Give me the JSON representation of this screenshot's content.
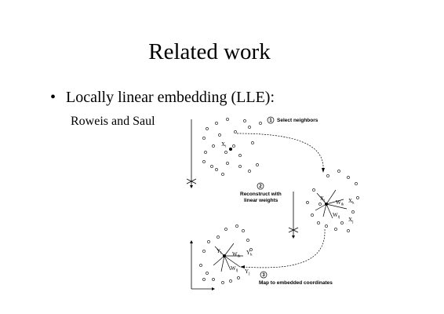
{
  "slide": {
    "title": "Related work",
    "bullet": {
      "marker": "•",
      "text": "Locally linear embedding (LLE):"
    },
    "subtext": "Roweis and Saul"
  },
  "figure": {
    "steps": [
      {
        "number": "1",
        "label": "Select neighbors"
      },
      {
        "number": "2",
        "label_line1": "Reconstruct with",
        "label_line2": "linear weights"
      },
      {
        "number": "3",
        "label": "Map to embedded coordinates"
      }
    ],
    "panel1": {
      "point_label": "X",
      "point_sub": "i"
    },
    "panel2": {
      "xi": "X",
      "xi_sub": "i",
      "xk": "X",
      "xk_sub": "k",
      "xj": "X",
      "xj_sub": "j",
      "wik": "W",
      "wik_sub": "ik",
      "wij": "W",
      "wij_sub": "ij"
    },
    "panel3": {
      "yi": "Y",
      "yi_sub": "i",
      "yk": "Y",
      "yk_sub": "k",
      "yj": "Y",
      "yj_sub": "j",
      "wik": "W",
      "wik_sub": "ik",
      "wij": "W",
      "wij_sub": "ij"
    },
    "colors": {
      "ink": "#000000",
      "dot_fill": "#ffffff",
      "dot_dark": "#555555"
    }
  }
}
